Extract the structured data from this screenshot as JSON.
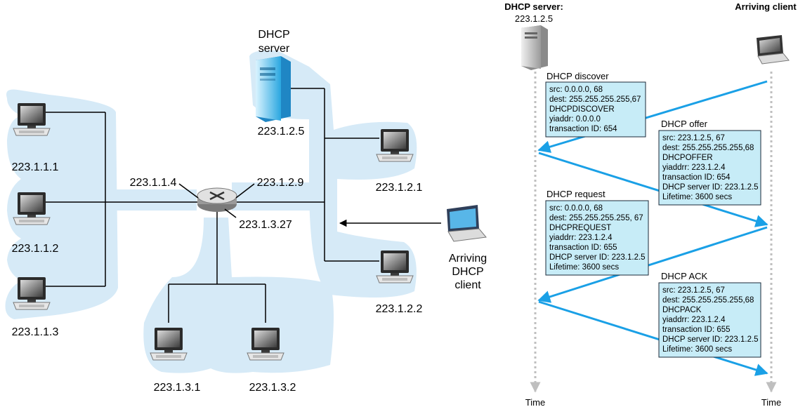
{
  "network": {
    "server_label_line1": "DHCP",
    "server_label_line2": "server",
    "server_ip": "223.1.2.5",
    "router_ifaces": [
      "223.1.1.4",
      "223.1.2.9",
      "223.1.3.27"
    ],
    "hosts": [
      "223.1.1.1",
      "223.1.1.2",
      "223.1.1.3",
      "223.1.2.1",
      "223.1.2.2",
      "223.1.3.1",
      "223.1.3.2"
    ],
    "client_label": [
      "Arriving",
      "DHCP",
      "client"
    ]
  },
  "sequence": {
    "server_header": "DHCP server:",
    "server_header_ip": "223.1.2.5",
    "client_header": "Arriving client",
    "time_label": "Time",
    "messages": [
      {
        "title": "DHCP discover",
        "lines": [
          "src: 0.0.0.0, 68",
          "dest: 255.255.255.255,67",
          "DHCPDISCOVER",
          "yiaddr: 0.0.0.0",
          "transaction ID: 654"
        ]
      },
      {
        "title": "DHCP offer",
        "lines": [
          "src: 223.1.2.5, 67",
          "dest: 255.255.255.255,68",
          "DHCPOFFER",
          "yiaddrr: 223.1.2.4",
          "transaction ID: 654",
          "DHCP server ID: 223.1.2.5",
          "Lifetime: 3600 secs"
        ]
      },
      {
        "title": "DHCP request",
        "lines": [
          "src: 0.0.0.0, 68",
          "dest: 255.255.255.255, 67",
          "DHCPREQUEST",
          "yiaddrr: 223.1.2.4",
          "transaction ID: 655",
          "DHCP server ID: 223.1.2.5",
          "Lifetime: 3600 secs"
        ]
      },
      {
        "title": "DHCP ACK",
        "lines": [
          "src: 223.1.2.5, 67",
          "dest: 255.255.255.255,68",
          "DHCPACK",
          "yiaddrr: 223.1.2.4",
          "transaction ID: 655",
          "DHCP server ID: 223.1.2.5",
          "Lifetime: 3600 secs"
        ]
      }
    ]
  }
}
